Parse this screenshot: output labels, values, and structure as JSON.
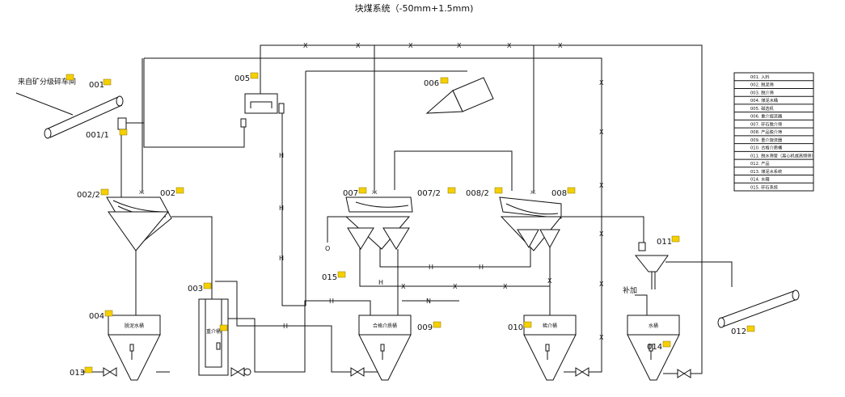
{
  "title": "块煤系统（-50mm+1.5mm)",
  "source_label": "来自矿分级碎车间",
  "water_supply_label": "补加",
  "equipment_tags": {
    "e001": "001",
    "e001_1": "001/1",
    "e002": "002",
    "e002_2": "002/2",
    "e003": "003",
    "e004": "004",
    "e005": "005",
    "e006": "006",
    "e007": "007",
    "e007_2": "007/2",
    "e008": "008",
    "e008_2": "008/2",
    "e009": "009",
    "e010": "010",
    "e011": "011",
    "e012": "012",
    "e013": "013",
    "e014": "014",
    "e015": "015"
  },
  "tank_labels": {
    "t004": "脱泥水桶",
    "t003": "重介桶",
    "t009": "合格介质桶",
    "t010": "稀介桶",
    "t014": "水桶"
  },
  "pipe_markers": {
    "break": "H",
    "valve": "X",
    "node": "N",
    "open": "O"
  },
  "legend": [
    "001. 入料",
    "002. 脱泥筛",
    "003. 脱介筛",
    "004. 煤泥水桶",
    "005. 磁选机",
    "006. 重介旋流器",
    "007. 矸石脱介筛",
    "008. 产品脱介筛",
    "009. 重介旋流器",
    "010. 合格介质桶",
    "011. 脱水筛管（离心机或高频筛）",
    "012. 产品",
    "013. 煤泥水系统",
    "014. 水箱",
    "015. 矸石系统"
  ],
  "colors": {
    "line": "#111111",
    "note_icon": "#f5d000"
  }
}
